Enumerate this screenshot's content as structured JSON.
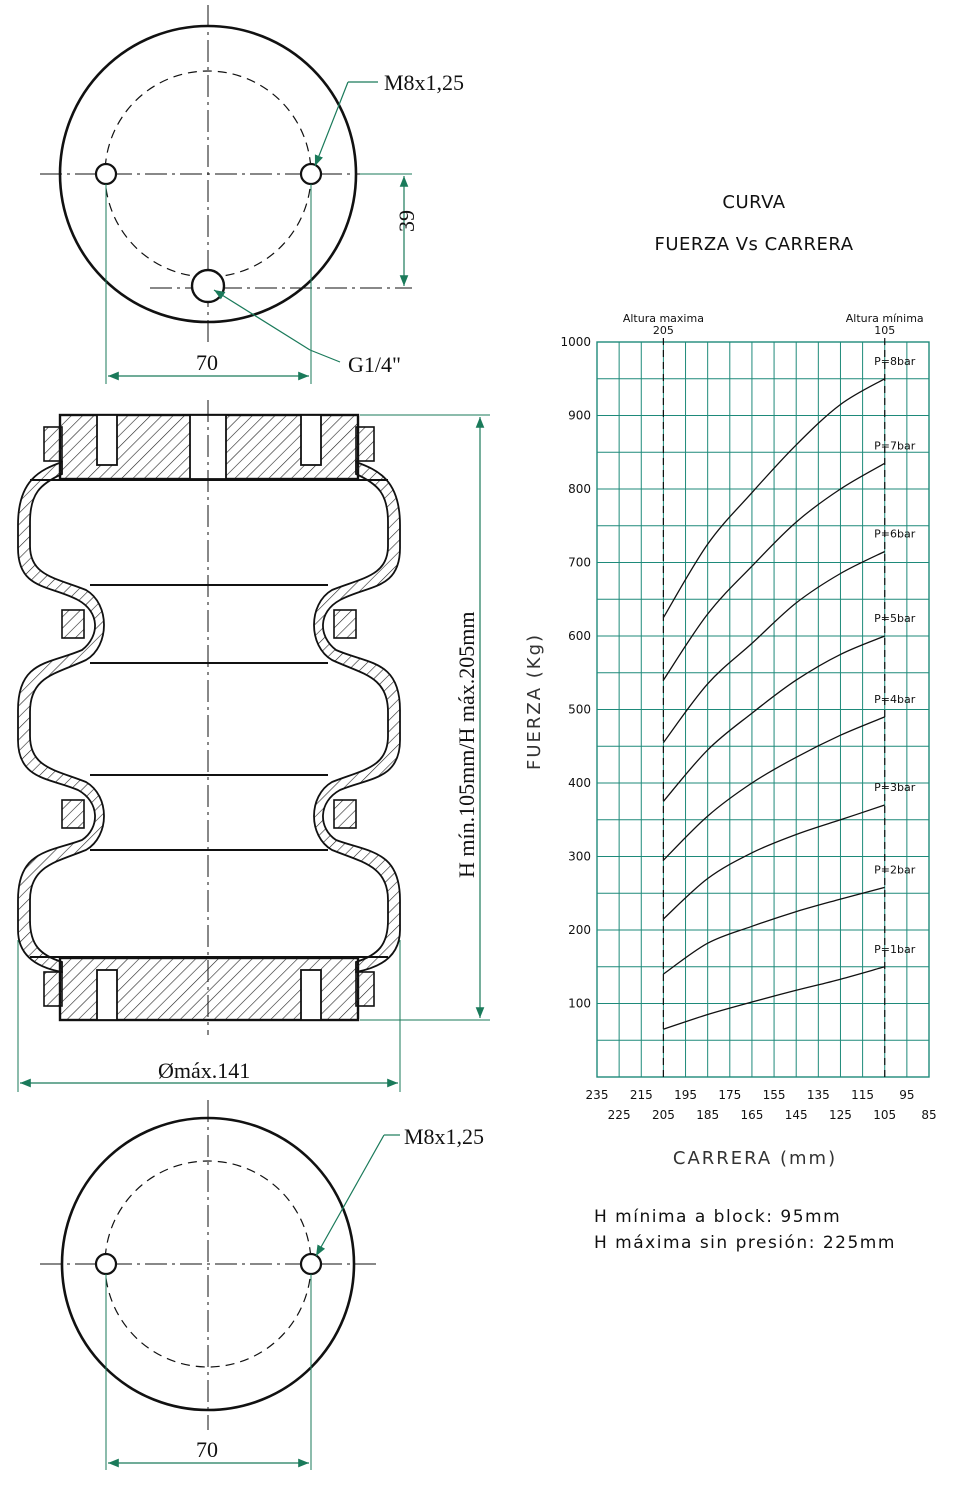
{
  "drawing": {
    "top_view": {
      "thread_label": "M8x1,25",
      "port_label": "G1/4\"",
      "offset_dim": "39",
      "bolt_spacing_dim": "70"
    },
    "section_view": {
      "height_dim": "H mín.105mm/H máx.205mm",
      "diameter_dim": "Ømáx.141"
    },
    "bottom_view": {
      "thread_label": "M8x1,25",
      "bolt_spacing_dim": "70"
    }
  },
  "chart_title": {
    "line1": "CURVA",
    "line2": "FUERZA Vs CARRERA"
  },
  "chart_data": {
    "type": "line",
    "title": "CURVA FUERZA Vs CARRERA",
    "xlabel": "CARRERA (mm)",
    "ylabel": "FUERZA (Kg)",
    "xlim": [
      235,
      85
    ],
    "ylim": [
      0,
      1000
    ],
    "x_reversed": true,
    "grid": true,
    "x_ticks_top_row": [
      "235",
      "215",
      "195",
      "175",
      "155",
      "135",
      "115",
      "95"
    ],
    "x_ticks_bottom_row": [
      "225",
      "205",
      "185",
      "165",
      "145",
      "125",
      "105",
      "85"
    ],
    "y_ticks": [
      "100",
      "200",
      "300",
      "400",
      "500",
      "600",
      "700",
      "800",
      "900",
      "1000"
    ],
    "annotations": [
      {
        "label": "Altura maxima",
        "value": "205",
        "x": 205
      },
      {
        "label": "Altura mínima",
        "value": "105",
        "x": 105
      }
    ],
    "x": [
      205,
      185,
      165,
      145,
      125,
      105
    ],
    "series": [
      {
        "name": "P=1bar",
        "values": [
          65,
          85,
          102,
          118,
          133,
          150
        ]
      },
      {
        "name": "P=2bar",
        "values": [
          140,
          182,
          205,
          225,
          242,
          258
        ]
      },
      {
        "name": "P=3bar",
        "values": [
          215,
          270,
          305,
          330,
          350,
          370
        ]
      },
      {
        "name": "P=4bar",
        "values": [
          295,
          355,
          400,
          435,
          465,
          490
        ]
      },
      {
        "name": "P=5bar",
        "values": [
          375,
          445,
          495,
          540,
          575,
          600
        ]
      },
      {
        "name": "P=6bar",
        "values": [
          455,
          535,
          590,
          645,
          685,
          715
        ]
      },
      {
        "name": "P=7bar",
        "values": [
          540,
          630,
          695,
          755,
          800,
          835
        ]
      },
      {
        "name": "P=8bar",
        "values": [
          625,
          725,
          795,
          860,
          915,
          950
        ]
      }
    ]
  },
  "notes": {
    "min_height": "H mínima a block: 95mm",
    "max_height": "H máxima sin presión: 225mm"
  },
  "colors": {
    "grid": "#1e8a7a",
    "dimension": "#1a7a5a",
    "line": "#111111"
  }
}
